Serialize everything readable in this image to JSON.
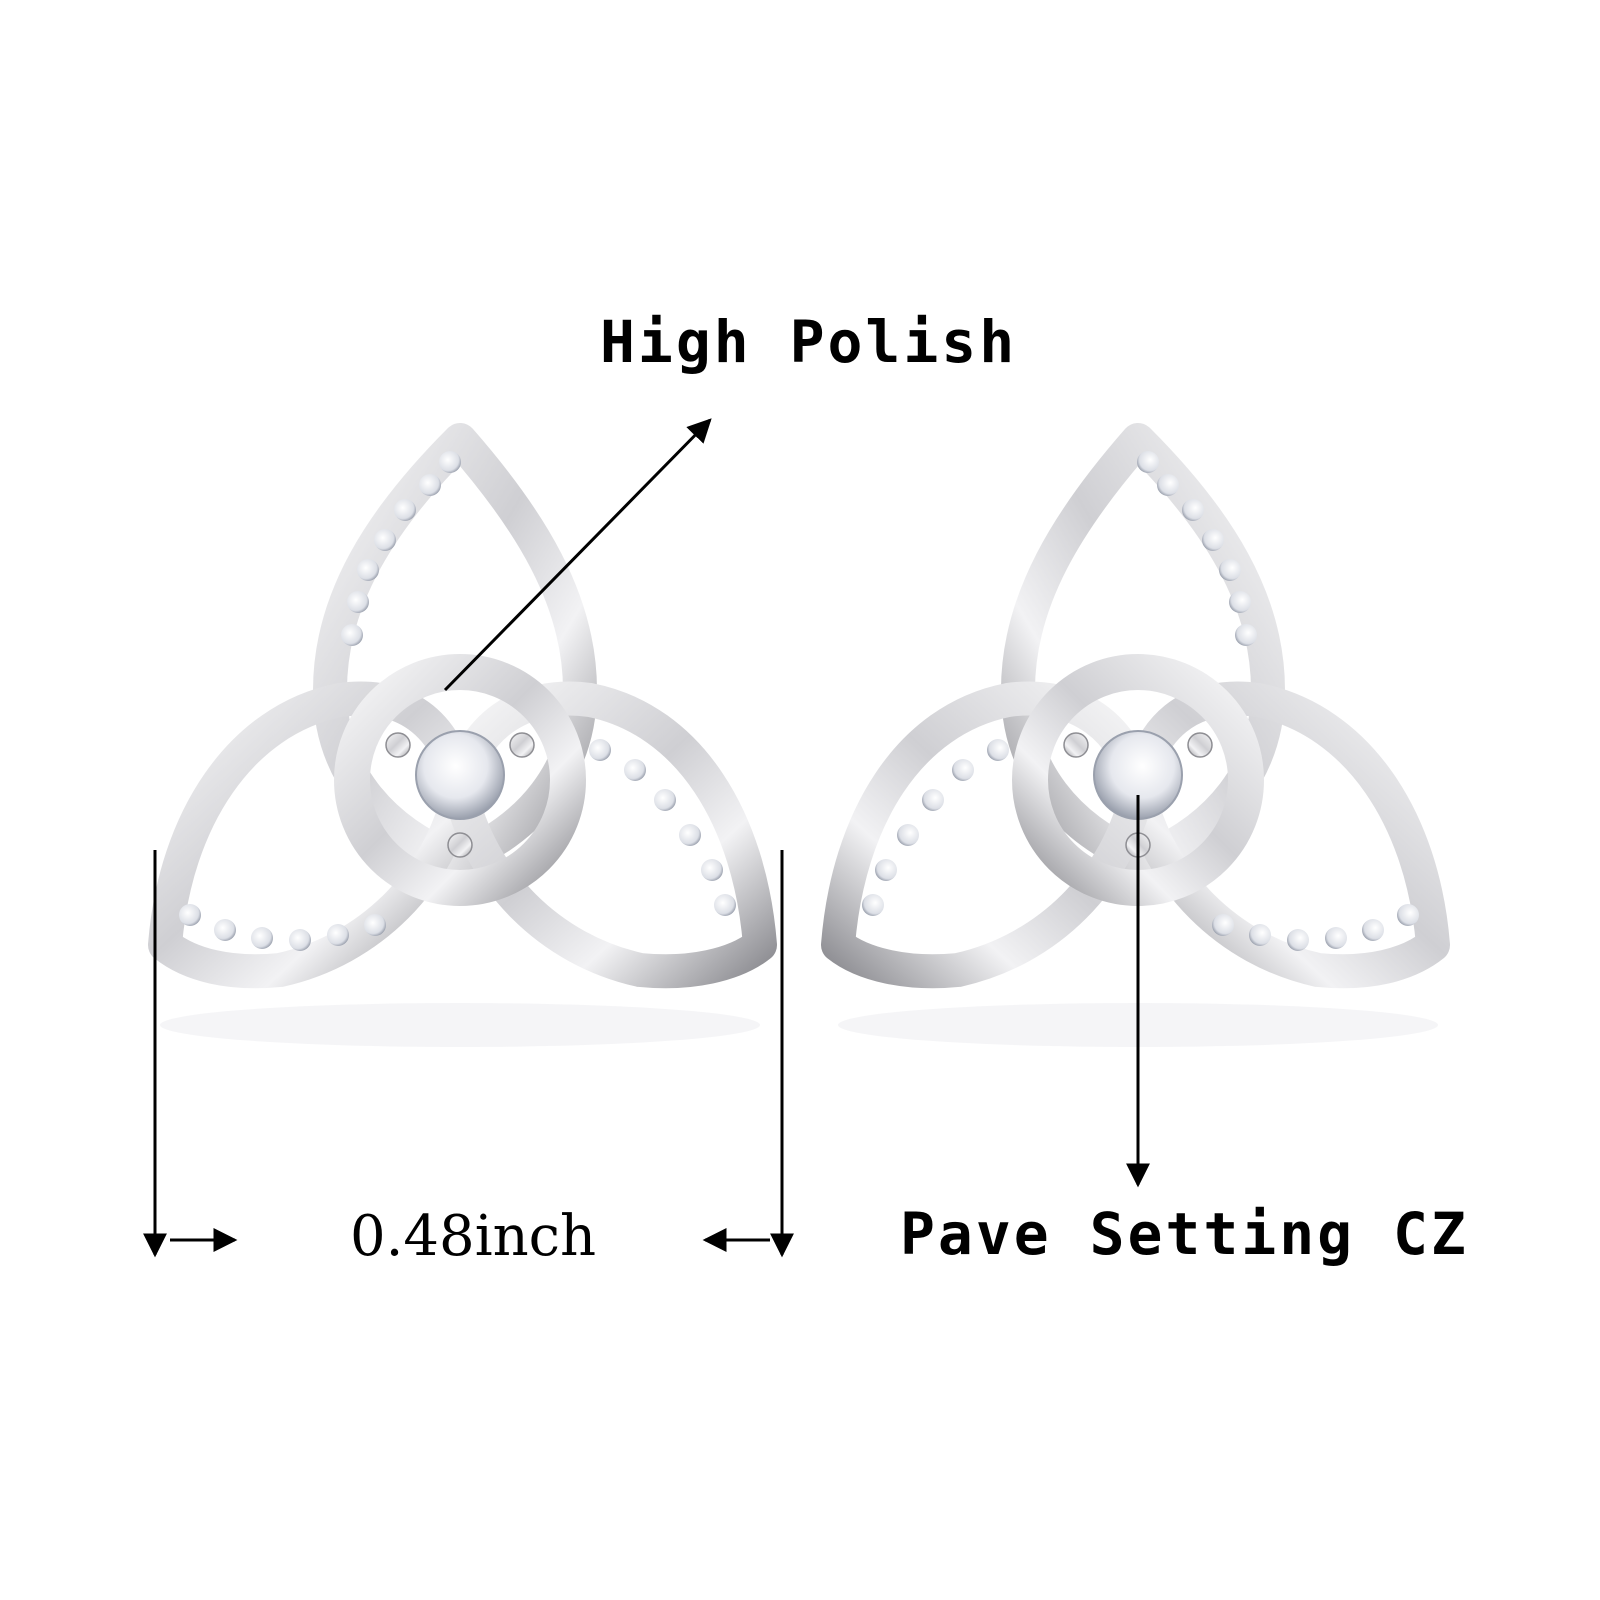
{
  "labels": {
    "high_polish": "High Polish",
    "pave_setting": "Pave Setting CZ",
    "dimension": "0.48inch"
  },
  "colors": {
    "background": "#ffffff",
    "metal": "#d9d9dc",
    "metal_highlight": "#f7f7f8",
    "metal_shadow": "#8e8e93",
    "stone": "#eef0f4",
    "ink": "#000000"
  },
  "icons": {
    "earring_left": "celtic-trinity-knot-stud-earring",
    "earring_right": "celtic-trinity-knot-stud-earring",
    "arrows": "annotation-arrow"
  }
}
